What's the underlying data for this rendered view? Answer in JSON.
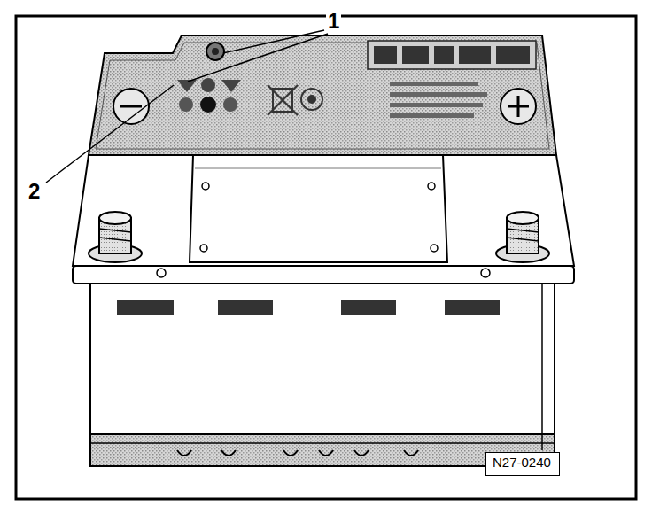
{
  "diagram": {
    "nodes": [
      {
        "text": [
          "N27-0240"
        ]
      }
    ],
    "labels": [
      "1",
      "2"
    ]
  }
}
